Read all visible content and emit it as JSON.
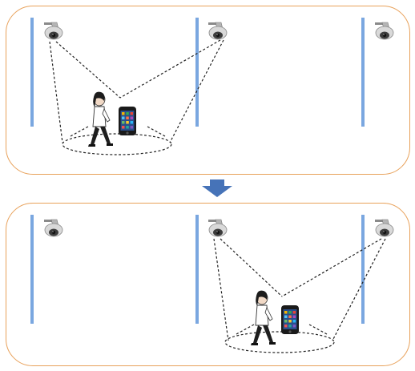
{
  "figure": {
    "panels": [
      {
        "id": "before",
        "poles": 3,
        "active_camera_index": [
          0,
          1
        ]
      },
      {
        "id": "after",
        "poles": 3,
        "active_camera_index": [
          1,
          2
        ]
      }
    ],
    "transition_icon": "down-arrow-icon",
    "colors": {
      "panel_border": "#e8a15a",
      "pole": "#7aa7e0",
      "arrow": "#4673b8",
      "dashed_line": "#222222",
      "phone_body": "#1a1a1a"
    },
    "icons": [
      "surveillance-camera-icon",
      "pedestrian-icon",
      "smartphone-icon",
      "down-arrow-icon"
    ]
  }
}
